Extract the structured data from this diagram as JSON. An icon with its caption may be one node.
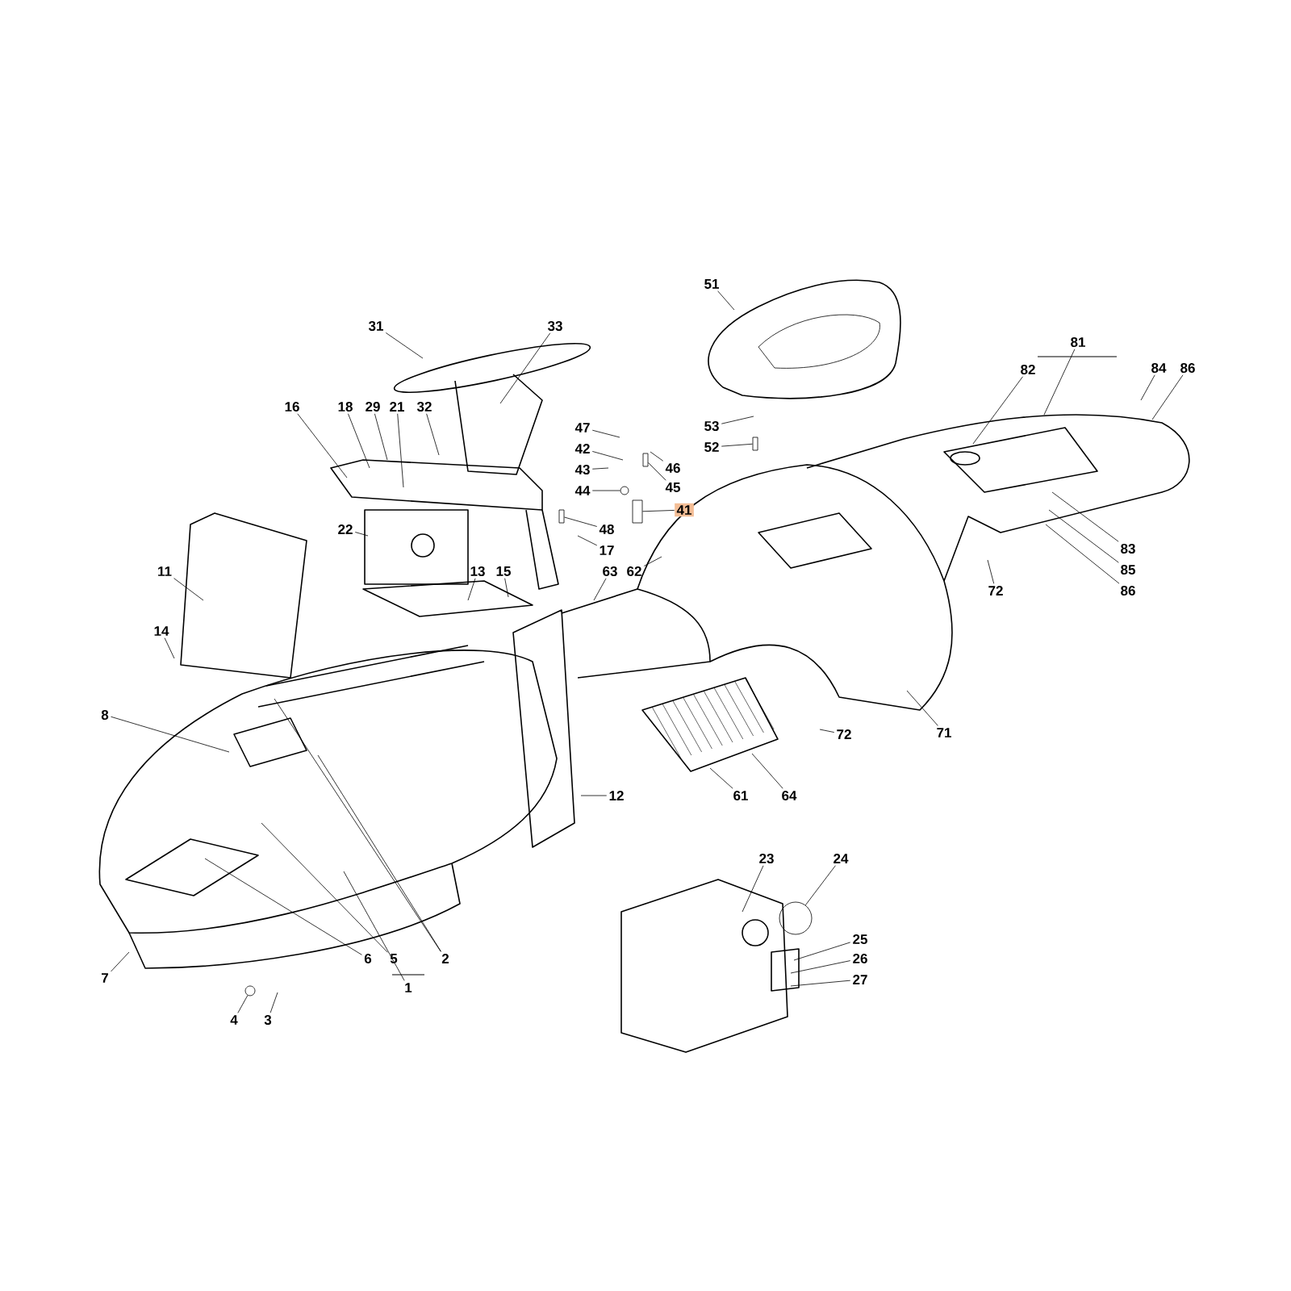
{
  "diagram": {
    "nodes": [
      {
        "text": [
          "51"
        ]
      },
      {
        "text": [
          "31"
        ]
      },
      {
        "text": [
          "33"
        ]
      },
      {
        "text": [
          "81"
        ]
      },
      {
        "text": [
          "82"
        ]
      },
      {
        "text": [
          "84"
        ]
      },
      {
        "text": [
          "86"
        ]
      },
      {
        "text": [
          "16"
        ]
      },
      {
        "text": [
          "18"
        ]
      },
      {
        "text": [
          "29"
        ]
      },
      {
        "text": [
          "21"
        ]
      },
      {
        "text": [
          "32"
        ]
      },
      {
        "text": [
          "53"
        ]
      },
      {
        "text": [
          "47"
        ]
      },
      {
        "text": [
          "42"
        ]
      },
      {
        "text": [
          "52"
        ]
      },
      {
        "text": [
          "43"
        ]
      },
      {
        "text": [
          "46"
        ]
      },
      {
        "text": [
          "44"
        ]
      },
      {
        "text": [
          "45"
        ]
      },
      {
        "text": [
          "41"
        ]
      },
      {
        "text": [
          "22"
        ]
      },
      {
        "text": [
          "48"
        ]
      },
      {
        "text": [
          "83"
        ]
      },
      {
        "text": [
          "17"
        ]
      },
      {
        "text": [
          "85"
        ]
      },
      {
        "text": [
          "11"
        ]
      },
      {
        "text": [
          "13"
        ]
      },
      {
        "text": [
          "15"
        ]
      },
      {
        "text": [
          "63"
        ]
      },
      {
        "text": [
          "62"
        ]
      },
      {
        "text": [
          "72"
        ]
      },
      {
        "text": [
          "86"
        ]
      },
      {
        "text": [
          "14"
        ]
      },
      {
        "text": [
          "8"
        ]
      },
      {
        "text": [
          "72"
        ]
      },
      {
        "text": [
          "71"
        ]
      },
      {
        "text": [
          "12"
        ]
      },
      {
        "text": [
          "61"
        ]
      },
      {
        "text": [
          "64"
        ]
      },
      {
        "text": [
          "23"
        ]
      },
      {
        "text": [
          "24"
        ]
      },
      {
        "text": [
          "25"
        ]
      },
      {
        "text": [
          "26"
        ]
      },
      {
        "text": [
          "6"
        ]
      },
      {
        "text": [
          "5"
        ]
      },
      {
        "text": [
          "2"
        ]
      },
      {
        "text": [
          "27"
        ]
      },
      {
        "text": [
          "7"
        ]
      },
      {
        "text": [
          "1"
        ]
      },
      {
        "text": [
          "4"
        ]
      },
      {
        "text": [
          "3"
        ]
      },
      {
        "text": [],
        "shape": "bolt"
      },
      {
        "text": [],
        "shape": "circle"
      },
      {
        "text": [],
        "shape": "bolt"
      },
      {
        "text": [],
        "shape": "box"
      },
      {
        "text": [],
        "shape": "bolt"
      },
      {
        "text": [],
        "shape": "circle"
      },
      {
        "text": [],
        "shape": "circle"
      }
    ],
    "edges": [
      {
        "from": 0,
        "to": null,
        "arrow": "none"
      },
      {
        "from": 1,
        "to": null,
        "arrow": "none"
      },
      {
        "from": 2,
        "to": null,
        "arrow": "none"
      },
      {
        "from": 3,
        "to": null,
        "arrow": "none"
      },
      {
        "from": 4,
        "to": null,
        "arrow": "none"
      },
      {
        "from": 5,
        "to": null,
        "arrow": "none"
      },
      {
        "from": 6,
        "to": null,
        "arrow": "none"
      },
      {
        "from": 7,
        "to": null,
        "arrow": "none"
      },
      {
        "from": 8,
        "to": null,
        "arrow": "none"
      },
      {
        "from": 9,
        "to": null,
        "arrow": "none"
      },
      {
        "from": 10,
        "to": null,
        "arrow": "none"
      },
      {
        "from": 11,
        "to": null,
        "arrow": "none"
      },
      {
        "from": 12,
        "to": null,
        "arrow": "none"
      },
      {
        "from": 13,
        "to": null,
        "arrow": "none"
      },
      {
        "from": 14,
        "to": null,
        "arrow": "none"
      },
      {
        "from": 15,
        "to": 52,
        "arrow": "none"
      },
      {
        "from": 16,
        "to": null,
        "arrow": "none"
      },
      {
        "from": 17,
        "to": null,
        "arrow": "none"
      },
      {
        "from": 18,
        "to": 53,
        "arrow": "none"
      },
      {
        "from": 19,
        "to": 54,
        "arrow": "none"
      },
      {
        "from": 20,
        "to": 55,
        "arrow": "none"
      },
      {
        "from": 21,
        "to": null,
        "arrow": "none"
      },
      {
        "from": 22,
        "to": 56,
        "arrow": "none"
      },
      {
        "from": 23,
        "to": null,
        "arrow": "none"
      },
      {
        "from": 24,
        "to": null,
        "arrow": "none"
      },
      {
        "from": 25,
        "to": null,
        "arrow": "none"
      },
      {
        "from": 26,
        "to": null,
        "arrow": "none"
      },
      {
        "from": 27,
        "to": null,
        "arrow": "none"
      },
      {
        "from": 28,
        "to": null,
        "arrow": "none"
      },
      {
        "from": 29,
        "to": null,
        "arrow": "none"
      },
      {
        "from": 30,
        "to": null,
        "arrow": "none"
      },
      {
        "from": 31,
        "to": null,
        "arrow": "none"
      },
      {
        "from": 32,
        "to": null,
        "arrow": "none"
      },
      {
        "from": 33,
        "to": null,
        "arrow": "none"
      },
      {
        "from": 34,
        "to": null,
        "arrow": "none"
      },
      {
        "from": 35,
        "to": null,
        "arrow": "none"
      },
      {
        "from": 36,
        "to": null,
        "arrow": "none"
      },
      {
        "from": 37,
        "to": null,
        "arrow": "none"
      },
      {
        "from": 38,
        "to": null,
        "arrow": "none"
      },
      {
        "from": 39,
        "to": null,
        "arrow": "none"
      },
      {
        "from": 40,
        "to": null,
        "arrow": "none"
      },
      {
        "from": 41,
        "to": 58,
        "arrow": "none"
      },
      {
        "from": 42,
        "to": null,
        "arrow": "none"
      },
      {
        "from": 43,
        "to": null,
        "arrow": "none"
      },
      {
        "from": 44,
        "to": null,
        "arrow": "none"
      },
      {
        "from": 45,
        "to": null,
        "arrow": "none"
      },
      {
        "from": 46,
        "to": null,
        "arrow": "none"
      },
      {
        "from": 47,
        "to": null,
        "arrow": "none"
      },
      {
        "from": 48,
        "to": null,
        "arrow": "none"
      },
      {
        "from": 49,
        "to": null,
        "arrow": "none"
      },
      {
        "from": 50,
        "to": 57,
        "arrow": "none"
      },
      {
        "from": 51,
        "to": null,
        "arrow": "none"
      },
      {
        "from": 46,
        "to": null,
        "arrow": "none"
      }
    ]
  }
}
